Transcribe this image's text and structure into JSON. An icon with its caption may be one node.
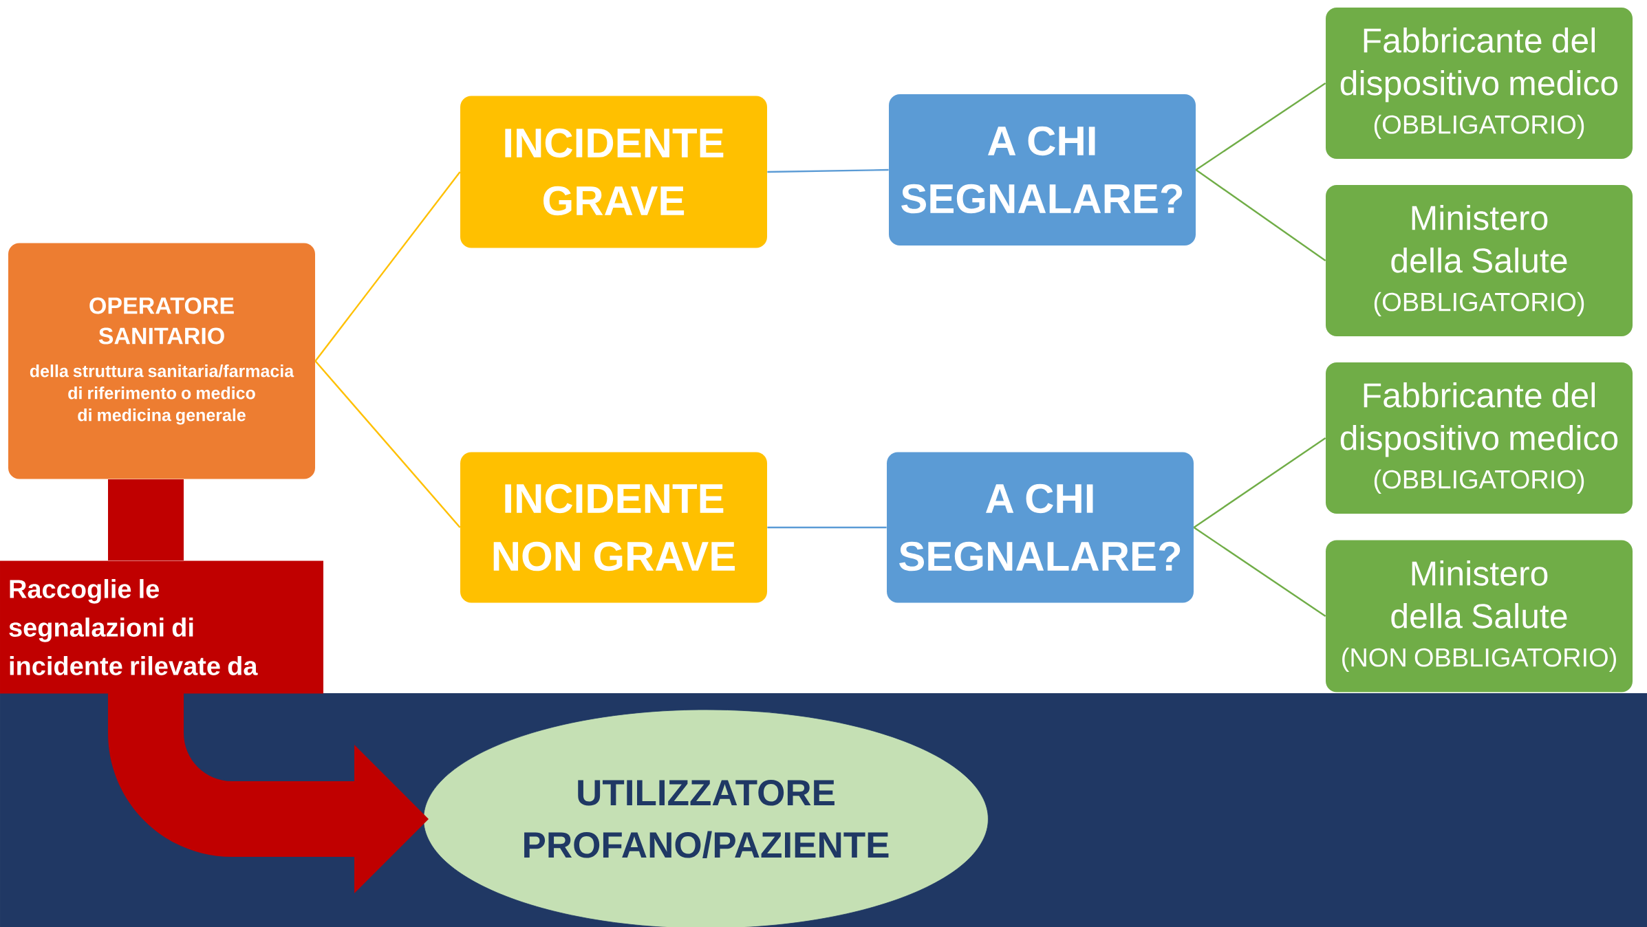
{
  "diagram": {
    "nodes": [
      {
        "text": [
          "OPERATORE SANITARIO",
          "della struttura sanitaria/farmacia di riferimento o medico di medicina generale"
        ]
      },
      {
        "text": [
          "INCIDENTE GRAVE"
        ]
      },
      {
        "text": [
          "A CHI SEGNALARE?"
        ]
      },
      {
        "text": [
          "Fabbricante del dispositivo medico",
          "(OBBLIGATORIO)"
        ]
      },
      {
        "text": [
          "Ministero della Salute",
          "(OBBLIGATORIO)"
        ]
      },
      {
        "text": [
          "INCIDENTE NON GRAVE"
        ]
      },
      {
        "text": [
          "A CHI SEGNALARE?"
        ]
      },
      {
        "text": [
          "Fabbricante del dispositivo medico",
          "(OBBLIGATORIO)"
        ]
      },
      {
        "text": [
          "Ministero della Salute",
          "(NON OBBLIGATORIO)"
        ]
      },
      {
        "text": [
          "Raccoglie le segnalazioni di incidente rilevate da"
        ]
      },
      {
        "text": [
          "UTILIZZATORE PROFANO/PAZIENTE"
        ]
      }
    ],
    "edges": [
      {
        "from": 0,
        "to": 1,
        "arrow": "none",
        "color": "#ffc000"
      },
      {
        "from": 0,
        "to": 5,
        "arrow": "none",
        "color": "#ffc000"
      },
      {
        "from": 1,
        "to": 2,
        "arrow": "none",
        "color": "#5b9bd5"
      },
      {
        "from": 5,
        "to": 6,
        "arrow": "none",
        "color": "#5b9bd5"
      },
      {
        "from": 2,
        "to": 3,
        "arrow": "none"
      },
      {
        "from": 2,
        "to": 4,
        "arrow": "none"
      },
      {
        "from": 6,
        "to": 7,
        "arrow": "none"
      },
      {
        "from": 6,
        "to": 8,
        "arrow": "none"
      },
      {
        "from": 0,
        "to": 9,
        "arrow": "none",
        "style": "thick",
        "color": "#c00000"
      },
      {
        "from": 9,
        "to": 10,
        "arrow": "to",
        "style": "thick",
        "color": "#c00000"
      }
    ]
  }
}
